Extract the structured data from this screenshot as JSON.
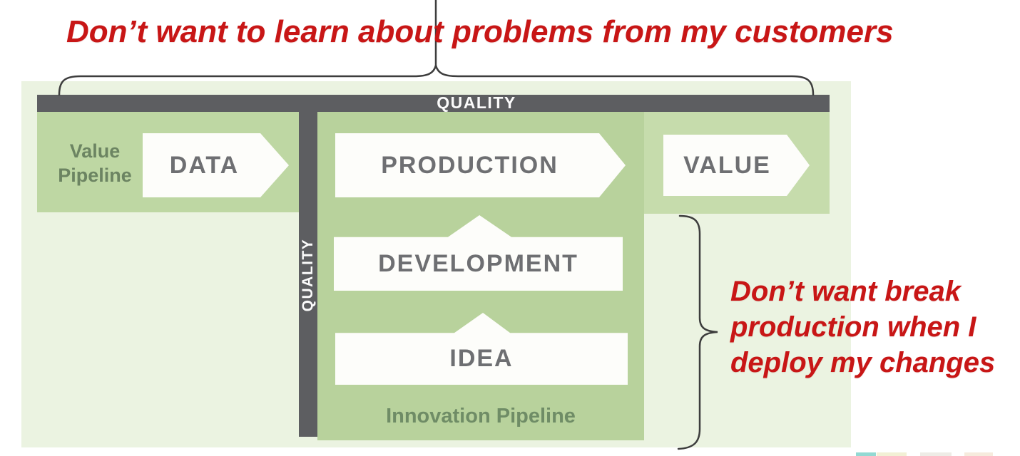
{
  "annotations": {
    "top_note": "Don’t want to learn about problems from my customers",
    "right_note_lines": [
      "Don’t want break",
      "production when I",
      "deploy my changes"
    ],
    "note_color": "#c81616"
  },
  "quality": {
    "horizontal_bar_label": "QUALITY",
    "vertical_bar_label": "QUALITY",
    "bar_color": "#5d5e61"
  },
  "value_pipeline": {
    "label_line1": "Value",
    "label_line2": "Pipeline",
    "stages": [
      "DATA",
      "PRODUCTION",
      "VALUE"
    ]
  },
  "innovation_pipeline": {
    "label": "Innovation Pipeline",
    "stages": [
      "IDEA",
      "DEVELOPMENT",
      "PRODUCTION"
    ]
  },
  "colors": {
    "background_tint": "#ebf3e1",
    "band_green": "#bed7a3",
    "band_green_light": "#c6dcac",
    "column_green": "#b8d29c",
    "quality_gray": "#5d5e61",
    "arrow_white": "#fdfdfa",
    "stage_text_gray": "#6e6f72",
    "pipeline_label_green": "#6f8c66",
    "brace_line": "#3d3d3d"
  }
}
